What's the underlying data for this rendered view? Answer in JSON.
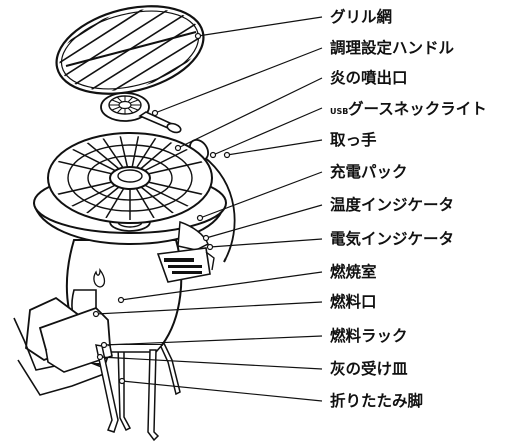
{
  "labels": [
    {
      "id": "grill-net",
      "text": "グリル網"
    },
    {
      "id": "heat-handle",
      "text": "調理設定ハンドル"
    },
    {
      "id": "flame-outlet",
      "text": "炎の噴出口"
    },
    {
      "id": "usb-light",
      "prefix": "USB",
      "text": "グースネックライト"
    },
    {
      "id": "handle",
      "text": "取っ手"
    },
    {
      "id": "battery",
      "text": "充電パック"
    },
    {
      "id": "temp-indicator",
      "text": "温度インジケータ"
    },
    {
      "id": "elec-indicator",
      "text": "電気インジケータ"
    },
    {
      "id": "combustion-chamber",
      "text": "燃焼室"
    },
    {
      "id": "fuel-port",
      "text": "燃料口"
    },
    {
      "id": "fuel-rack",
      "text": "燃料ラック"
    },
    {
      "id": "ash-tray",
      "text": "灰の受け皿"
    },
    {
      "id": "folding-legs",
      "text": "折りたたみ脚"
    }
  ]
}
